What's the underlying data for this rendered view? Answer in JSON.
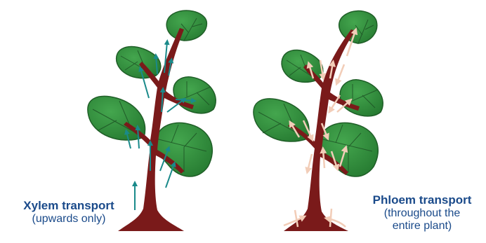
{
  "left_panel": {
    "title": "Xylem transport",
    "subtitle": "(upwards only)",
    "title_color": "#1a4a8a",
    "arrow_color": "#1a8a8a"
  },
  "right_panel": {
    "title": "Phloem transport",
    "subtitle_line1": "(throughout the",
    "subtitle_line2": "entire plant)",
    "title_color": "#1a4a8a",
    "arrow_color": "#f2cdb8"
  },
  "colors": {
    "leaf_fill": "#2e8b3a",
    "leaf_edge": "#1f5e27",
    "vein": "#1c4f23",
    "trunk": "#7a1a1a"
  }
}
